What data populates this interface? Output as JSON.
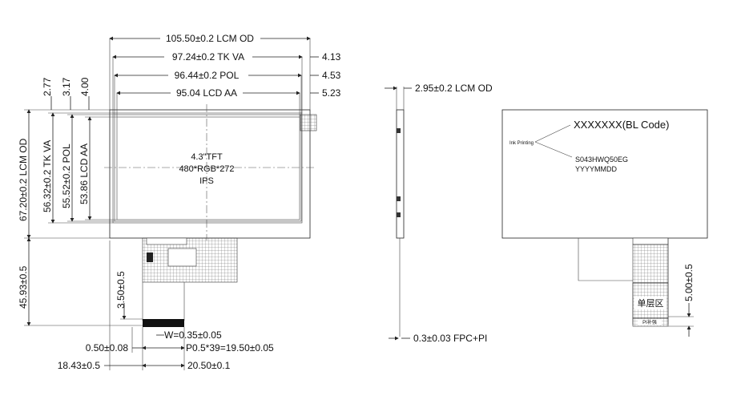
{
  "front_view": {
    "width_labels": {
      "lcm_od": "105.50±0.2 LCM OD",
      "tk_va": "97.24±0.2 TK VA",
      "pol": "96.44±0.2 POL",
      "lcd_aa": "95.04 LCD AA"
    },
    "right_offsets": [
      "4.13",
      "4.53",
      "5.23"
    ],
    "top_offsets": [
      "2.77",
      "3.17",
      "4.00"
    ],
    "height_labels": {
      "lcm_od": "67.20±0.2 LCM OD",
      "tk_va": "56.32±0.2 TK VA",
      "pol": "55.52±0.2 POL",
      "lcd_aa": "53.86 LCD AA"
    },
    "center_text": [
      "4.3\"TFT",
      "480*RGB*272",
      "IPS"
    ],
    "fpc_length": "45.93±0.5",
    "fpc_offset": "3.50±0.5",
    "pin_width": "W=0.35±0.05",
    "pitch": "P0.5*39=19.50±0.05",
    "edge": "0.50±0.08",
    "left_offset": "18.43±0.5",
    "fpc_width": "20.50±0.1"
  },
  "side_view": {
    "thickness": "2.95±0.2 LCM OD",
    "fpc_thickness": "0.3±0.03 FPC+PI"
  },
  "back_view": {
    "bl_code": "XXXXXXX(BL Code)",
    "ink_printing": "Ink Printing",
    "part_no": "S043HWQ50EG",
    "date_code": "YYYYMMDD",
    "layer_label": "单层区",
    "stiffener_label": "PI补强",
    "stiffener_length": "5.00±0.5"
  }
}
